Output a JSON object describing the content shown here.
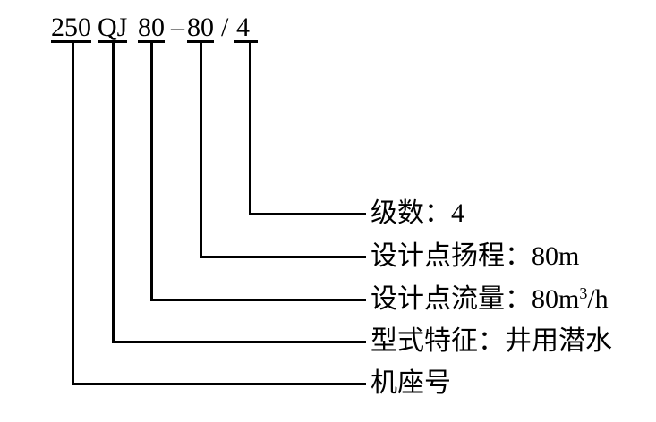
{
  "model_code": {
    "segments": [
      {
        "text": "250"
      },
      {
        "text": "QJ"
      },
      {
        "text": "80"
      },
      {
        "text": "–"
      },
      {
        "text": "80"
      },
      {
        "text": "/"
      },
      {
        "text": "4"
      }
    ]
  },
  "callouts": {
    "stages": {
      "label": "级数：4"
    },
    "head": {
      "label": "设计点扬程：80m"
    },
    "flow": {
      "prefix": "设计点流量：80m",
      "superscript": "3",
      "suffix": "/h"
    },
    "type": {
      "label": "型式特征：井用潜水"
    },
    "frame": {
      "label": "机座号"
    }
  },
  "colors": {
    "line": "#000000",
    "text": "#000000",
    "background": "#ffffff"
  }
}
